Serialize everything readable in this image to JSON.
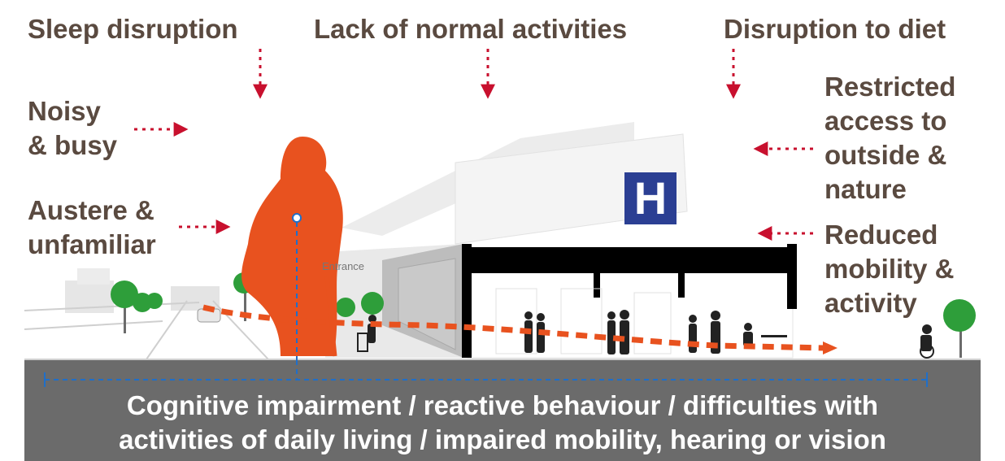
{
  "top_labels": {
    "sleep": "Sleep disruption",
    "activities": "Lack of normal activities",
    "diet": "Disruption to diet"
  },
  "left_labels": {
    "noisy": [
      "Noisy",
      "& busy"
    ],
    "austere": [
      "Austere &",
      "unfamiliar"
    ]
  },
  "right_labels": {
    "access": [
      "Restricted",
      "access to",
      "outside &",
      "nature"
    ],
    "mobility": [
      "Reduced",
      "mobility &",
      "activity"
    ]
  },
  "building": {
    "sign": "H",
    "entrance": "Entrance"
  },
  "caption": [
    "Cognitive impairment / reactive behaviour / difficulties with",
    "activities of daily living / impaired mobility, hearing or vision"
  ],
  "colors": {
    "label_text": "#5a4a40",
    "arrow_red": "#c8102e",
    "person_orange": "#e8521f",
    "band_grey": "#6b6b6b",
    "dash_blue": "#1f6fc9",
    "sign_blue": "#2b3f93",
    "tree_green": "#2e9e3a"
  }
}
